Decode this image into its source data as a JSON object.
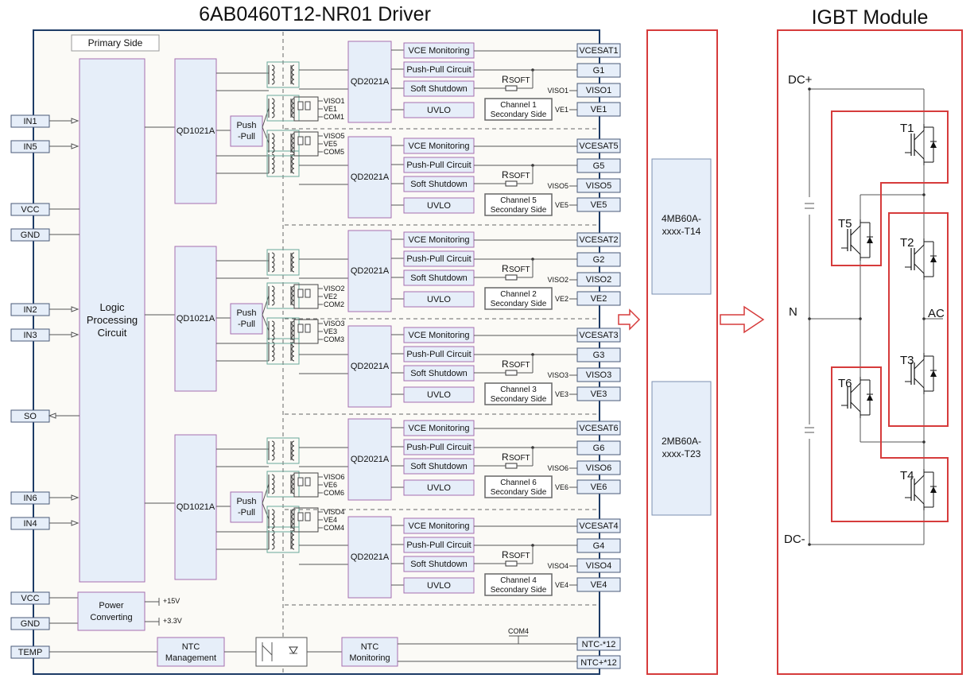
{
  "titles": {
    "driver": "6AB0460T12-NR01 Driver",
    "module": "IGBT Module"
  },
  "primary_side_label": "Primary Side",
  "left_pins": {
    "in1": "IN1",
    "in5": "IN5",
    "vcc": "VCC",
    "gnd": "GND",
    "in2": "IN2",
    "in3": "IN3",
    "so": "SO",
    "in6": "IN6",
    "in4": "IN4",
    "vcc2": "VCC",
    "gnd2": "GND",
    "temp": "TEMP"
  },
  "logic_block": [
    "Logic",
    "Processing",
    "Circuit"
  ],
  "qd1021": "QD1021A",
  "qd2021": "QD2021A",
  "push_pull": [
    "Push",
    "-Pull"
  ],
  "power_block": [
    "Power",
    "Converting"
  ],
  "supplies": {
    "v15": "+15V",
    "v33": "+3.3V"
  },
  "ntc_management": [
    "NTC",
    "Management"
  ],
  "ntc_monitoring": [
    "NTC",
    "Monitoring"
  ],
  "func_blocks": {
    "vce": "VCE Monitoring",
    "pp": "Push-Pull Circuit",
    "ss": "Soft Shutdown",
    "uvlo": "UVLO"
  },
  "rsoft": {
    "main": "R",
    "sub": "SOFT"
  },
  "channels": [
    {
      "ch": "1",
      "vcesat": "VCESAT1",
      "g": "G1",
      "viso": "VISO1",
      "ve": "VE1",
      "label": [
        "Channel 1",
        "Secondary Side"
      ]
    },
    {
      "ch": "5",
      "vcesat": "VCESAT5",
      "g": "G5",
      "viso": "VISO5",
      "ve": "VE5",
      "label": [
        "Channel 5",
        "Secondary Side"
      ]
    },
    {
      "ch": "2",
      "vcesat": "VCESAT2",
      "g": "G2",
      "viso": "VISO2",
      "ve": "VE2",
      "label": [
        "Channel 2",
        "Secondary Side"
      ]
    },
    {
      "ch": "3",
      "vcesat": "VCESAT3",
      "g": "G3",
      "viso": "VISO3",
      "ve": "VE3",
      "label": [
        "Channel 3",
        "Secondary Side"
      ]
    },
    {
      "ch": "6",
      "vcesat": "VCESAT6",
      "g": "G6",
      "viso": "VISO6",
      "ve": "VE6",
      "label": [
        "Channel 6",
        "Secondary Side"
      ]
    },
    {
      "ch": "4",
      "vcesat": "VCESAT4",
      "g": "G4",
      "viso": "VISO4",
      "ve": "VE4",
      "label": [
        "Channel 4",
        "Secondary Side"
      ]
    }
  ],
  "iso_outputs": [
    [
      "VISO1",
      "VE1",
      "COM1"
    ],
    [
      "VISO5",
      "VE5",
      "COM5"
    ],
    [
      "VISO2",
      "VE2",
      "COM2"
    ],
    [
      "VISO3",
      "VE3",
      "COM3"
    ],
    [
      "VISO6",
      "VE6",
      "COM6"
    ],
    [
      "VISO4",
      "VE4",
      "COM4"
    ]
  ],
  "ntc_pins": {
    "com4": "COM4",
    "ntc_minus": "NTC-*12",
    "ntc_plus": "NTC+*12"
  },
  "module_parts": {
    "top": [
      "4MB60A-",
      "xxxx-T14"
    ],
    "bottom": [
      "2MB60A-",
      "xxxx-T23"
    ]
  },
  "igbt": {
    "dc_plus": "DC+",
    "dc_minus": "DC-",
    "n": "N",
    "ac": "AC",
    "t1": "T1",
    "t2": "T2",
    "t3": "T3",
    "t4": "T4",
    "t5": "T5",
    "t6": "T6"
  }
}
